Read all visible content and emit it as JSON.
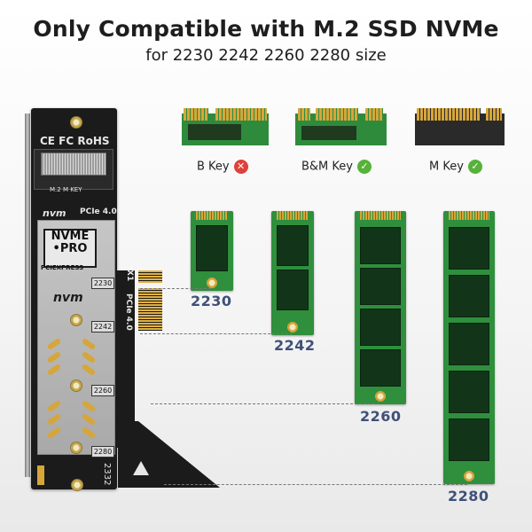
{
  "header": {
    "title": "Only Compatible with M.2 SSD NVMe",
    "subtitle": "for 2230 2242 2260 2280 size"
  },
  "adapter": {
    "cert_marks": "CE FC RoHS",
    "m2_key": "M.2 M KEY",
    "brand": "nvm",
    "pcie_label": "PCIe 4.0",
    "box_line1": "NVME",
    "box_line2": "•PRO",
    "box_line3": "PCIEXPRESS",
    "x1_label": "X1",
    "size_marks": [
      "2230",
      "2242",
      "2260",
      "2280"
    ],
    "serial": "2332"
  },
  "keys": [
    {
      "label": "B Key",
      "compatible": false,
      "status_icon": "x-icon"
    },
    {
      "label": "B&M Key",
      "compatible": true,
      "status_icon": "check-icon"
    },
    {
      "label": "M Key",
      "compatible": true,
      "status_icon": "check-icon"
    }
  ],
  "ssd_sizes": [
    "2230",
    "2242",
    "2260",
    "2280"
  ],
  "colors": {
    "pcb_green": "#2f8f3d",
    "gold": "#d7a63b",
    "size_label": "#3f5178",
    "incompatible": "#e0403a",
    "compatible": "#56b23a"
  }
}
